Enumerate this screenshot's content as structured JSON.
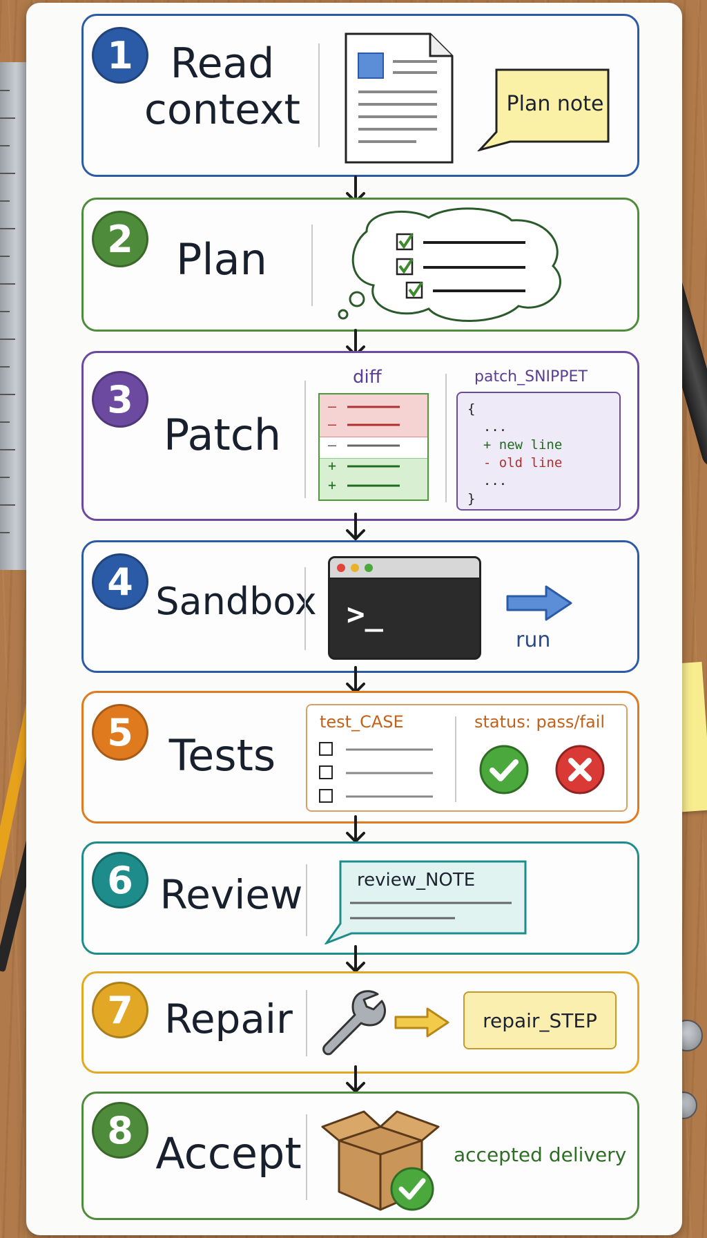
{
  "colors": {
    "blue": "#2b5aa6",
    "green": "#4e8b3a",
    "purple": "#6b4aa0",
    "orange": "#e07a1e",
    "teal": "#1e8c8a",
    "gold": "#e2a825",
    "diff_red": "#f6d3d3",
    "diff_green": "#d9efd2",
    "pass": "#4aa83c",
    "fail": "#d93a35"
  },
  "steps": [
    {
      "number": "1",
      "title": "Read context",
      "note": "Plan note",
      "icon": "document-icon"
    },
    {
      "number": "2",
      "title": "Plan",
      "icon": "thought-bubble-checklist-icon"
    },
    {
      "number": "3",
      "title": "Patch",
      "diff_label": "diff",
      "diff_lines": [
        "-",
        "-",
        "",
        "+",
        "+"
      ],
      "snippet_label": "patch_SNIPPET",
      "snippet_lines": [
        "{",
        "  ...",
        "  + new line",
        "  - old line",
        "  ...",
        "}"
      ]
    },
    {
      "number": "4",
      "title": "Sandbox",
      "terminal_prompt": ">_",
      "run_label": "run",
      "icon": "terminal-icon"
    },
    {
      "number": "5",
      "title": "Tests",
      "test_label": "test_CASE",
      "status_label": "status: pass/fail"
    },
    {
      "number": "6",
      "title": "Review",
      "note_label": "review_NOTE"
    },
    {
      "number": "7",
      "title": "Repair",
      "step_label": "repair_STEP",
      "icon": "wrench-icon"
    },
    {
      "number": "8",
      "title": "Accept",
      "delivery_label": "accepted delivery",
      "icon": "box-check-icon"
    }
  ]
}
